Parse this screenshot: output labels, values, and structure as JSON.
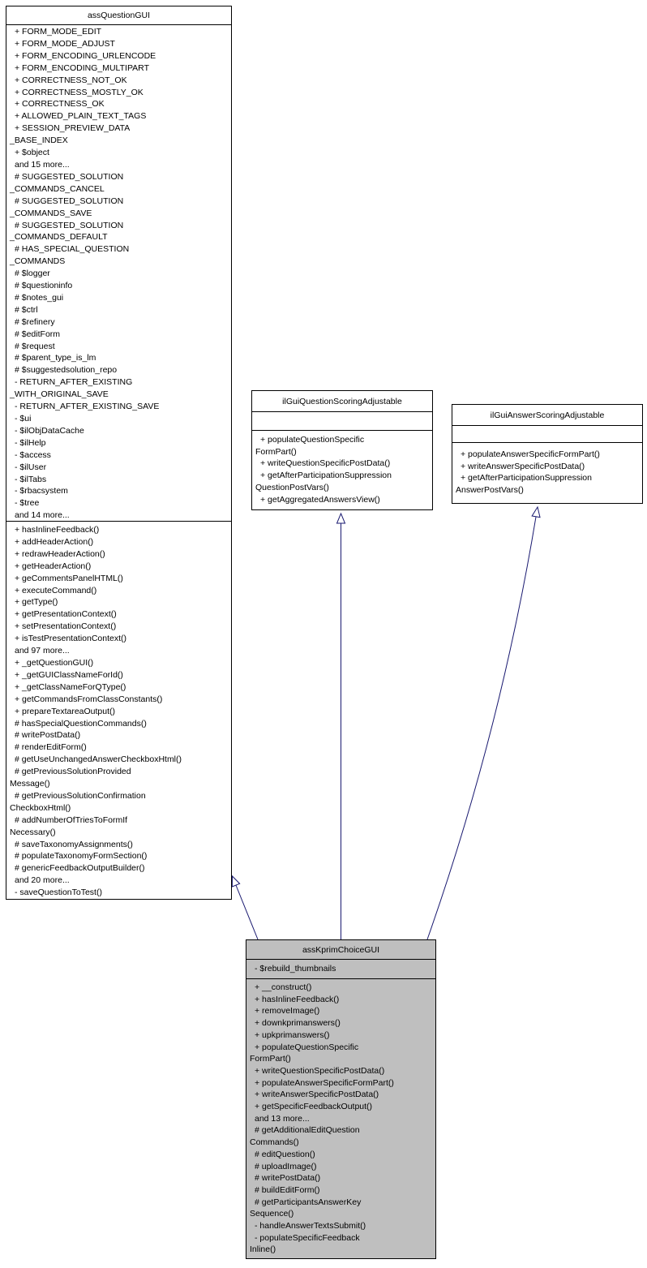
{
  "diagram": {
    "type": "uml-class-inheritance",
    "colors": {
      "edge": "#191970",
      "border": "#000000",
      "highlight_fill": "#bfbfbf",
      "box_fill": "#ffffff"
    },
    "classes": [
      {
        "name": "assQuestionGUI",
        "attributes": [
          "+ FORM_MODE_EDIT",
          "+ FORM_MODE_ADJUST",
          "+ FORM_ENCODING_URLENCODE",
          "+ FORM_ENCODING_MULTIPART",
          "+ CORRECTNESS_NOT_OK",
          "+ CORRECTNESS_MOSTLY_OK",
          "+ CORRECTNESS_OK",
          "+ ALLOWED_PLAIN_TEXT_TAGS",
          "+ SESSION_PREVIEW_DATA",
          "_BASE_INDEX",
          "+ $object",
          "and 15 more...",
          "# SUGGESTED_SOLUTION",
          "_COMMANDS_CANCEL",
          "# SUGGESTED_SOLUTION",
          "_COMMANDS_SAVE",
          "# SUGGESTED_SOLUTION",
          "_COMMANDS_DEFAULT",
          "# HAS_SPECIAL_QUESTION",
          "_COMMANDS",
          "# $logger",
          "# $questioninfo",
          "# $notes_gui",
          "# $ctrl",
          "# $refinery",
          "# $editForm",
          "# $request",
          "# $parent_type_is_lm",
          "# $suggestedsolution_repo",
          "- RETURN_AFTER_EXISTING",
          "_WITH_ORIGINAL_SAVE",
          "- RETURN_AFTER_EXISTING_SAVE",
          "- $ui",
          "- $ilObjDataCache",
          "- $ilHelp",
          "- $access",
          "- $ilUser",
          "- $ilTabs",
          "- $rbacsystem",
          "- $tree",
          "and 14 more..."
        ],
        "methods": [
          "+ hasInlineFeedback()",
          "+ addHeaderAction()",
          "+ redrawHeaderAction()",
          "+ getHeaderAction()",
          "+ geCommentsPanelHTML()",
          "+ executeCommand()",
          "+ getType()",
          "+ getPresentationContext()",
          "+ setPresentationContext()",
          "+ isTestPresentationContext()",
          "and 97 more...",
          "+ _getQuestionGUI()",
          "+ _getGUIClassNameForId()",
          "+ _getClassNameForQType()",
          "+ getCommandsFromClassConstants()",
          "+ prepareTextareaOutput()",
          "# hasSpecialQuestionCommands()",
          "# writePostData()",
          "# renderEditForm()",
          "# getUseUnchangedAnswerCheckboxHtml()",
          "# getPreviousSolutionProvided",
          "Message()",
          "# getPreviousSolutionConfirmation",
          "CheckboxHtml()",
          "# addNumberOfTriesToFormIf",
          "Necessary()",
          "# saveTaxonomyAssignments()",
          "# populateTaxonomyFormSection()",
          "# genericFeedbackOutputBuilder()",
          "and 20 more...",
          "- saveQuestionToTest()"
        ]
      },
      {
        "name": "ilGuiQuestionScoringAdjustable",
        "attributes": [],
        "methods": [
          "+ populateQuestionSpecific",
          "FormPart()",
          "+ writeQuestionSpecificPostData()",
          "+ getAfterParticipationSuppression",
          "QuestionPostVars()",
          "+ getAggregatedAnswersView()"
        ]
      },
      {
        "name": "ilGuiAnswerScoringAdjustable",
        "attributes": [],
        "methods": [
          "+ populateAnswerSpecificFormPart()",
          "+ writeAnswerSpecificPostData()",
          "+ getAfterParticipationSuppression",
          "AnswerPostVars()"
        ]
      },
      {
        "name": "assKprimChoiceGUI",
        "attributes": [
          "- $rebuild_thumbnails"
        ],
        "methods": [
          "+ __construct()",
          "+ hasInlineFeedback()",
          "+ removeImage()",
          "+ downkprimanswers()",
          "+ upkprimanswers()",
          "+ populateQuestionSpecific",
          "FormPart()",
          "+ writeQuestionSpecificPostData()",
          "+ populateAnswerSpecificFormPart()",
          "+ writeAnswerSpecificPostData()",
          "+ getSpecificFeedbackOutput()",
          "and 13 more...",
          "# getAdditionalEditQuestion",
          "Commands()",
          "# editQuestion()",
          "# uploadImage()",
          "# writePostData()",
          "# buildEditForm()",
          "# getParticipantsAnswerKey",
          "Sequence()",
          "- handleAnswerTextsSubmit()",
          "- populateSpecificFeedback",
          "Inline()"
        ]
      }
    ],
    "inheritance": [
      {
        "from": "assKprimChoiceGUI",
        "to": "assQuestionGUI"
      },
      {
        "from": "assKprimChoiceGUI",
        "to": "ilGuiQuestionScoringAdjustable"
      },
      {
        "from": "assKprimChoiceGUI",
        "to": "ilGuiAnswerScoringAdjustable"
      }
    ]
  }
}
